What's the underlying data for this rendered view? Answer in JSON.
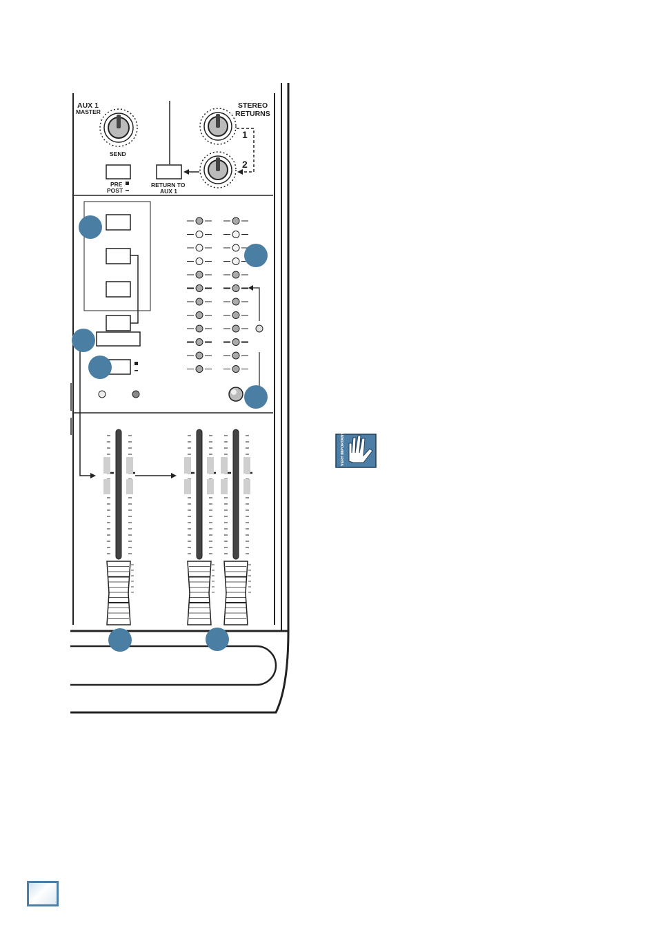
{
  "aux1": {
    "title": "AUX 1",
    "subtitle": "MASTER",
    "send_label": "SEND"
  },
  "pre_post": {
    "pre": "PRE",
    "post": "POST"
  },
  "stereo_returns": {
    "line1": "STEREO",
    "line2": "RETURNS",
    "num1": "1",
    "num2": "2"
  },
  "return_to_aux": {
    "line1": "RETURN TO",
    "line2": "AUX 1"
  },
  "important_icon": {
    "text": "VERY IMPORTANT",
    "color": "#4d7fa6"
  },
  "colors": {
    "callout": "#4a7fa3",
    "ink": "#222222",
    "page_badge_border": "#4d7fa6"
  }
}
